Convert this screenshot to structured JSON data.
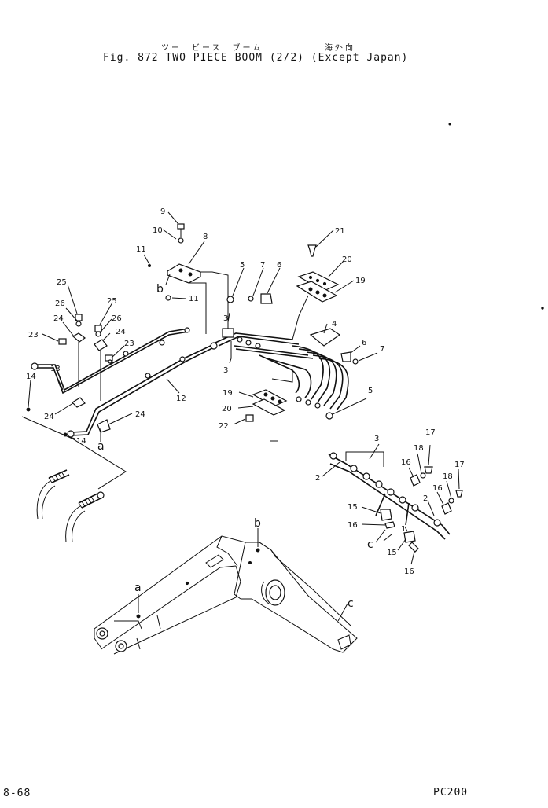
{
  "header": {
    "jp_left": "ツー　ビース　ブーム",
    "jp_right": "海外向",
    "title": "Fig. 872  TWO PIECE BOOM (2/2)  (Except Japan)"
  },
  "footer": {
    "page_ref": "8-68",
    "model": "PC200"
  },
  "callouts": [
    "1",
    "2",
    "3",
    "4",
    "5",
    "6",
    "7",
    "8",
    "9",
    "10",
    "11",
    "12",
    "13",
    "14",
    "15",
    "16",
    "17",
    "18",
    "19",
    "20",
    "21",
    "22",
    "23",
    "24",
    "25",
    "26"
  ],
  "view_refs": [
    "a",
    "b",
    "c"
  ],
  "labels": {
    "n9": "9",
    "n10": "10",
    "n8": "8",
    "n11a": "11",
    "b1": "b",
    "n11b": "11",
    "n25a": "25",
    "n26a": "26",
    "n24a": "24",
    "n23a": "23",
    "n25b": "25",
    "n26b": "26",
    "n24b": "24",
    "n23b": "23",
    "n13": "13",
    "n14a": "14",
    "n24c": "24",
    "n14b": "14",
    "a1": "a",
    "n24d": "24",
    "n12": "12",
    "n5a": "5",
    "n7a": "7",
    "n6a": "6",
    "n3a": "3",
    "n3b": "3",
    "n21": "21",
    "n20a": "20",
    "n19a": "19",
    "n4": "4",
    "n6b": "6",
    "n7b": "7",
    "n19b": "19",
    "n20b": "20",
    "n22": "22",
    "n5b": "5",
    "n3c": "3",
    "n2a": "2",
    "n17a": "17",
    "n18a": "18",
    "n16a": "16",
    "n17b": "17",
    "n18b": "18",
    "n16b": "16",
    "n2b": "2",
    "n15a": "15",
    "n16c": "16",
    "c1": "c",
    "n1": "1",
    "n15b": "15",
    "n16d": "16",
    "b2": "b",
    "a2": "a",
    "c2": "c"
  }
}
